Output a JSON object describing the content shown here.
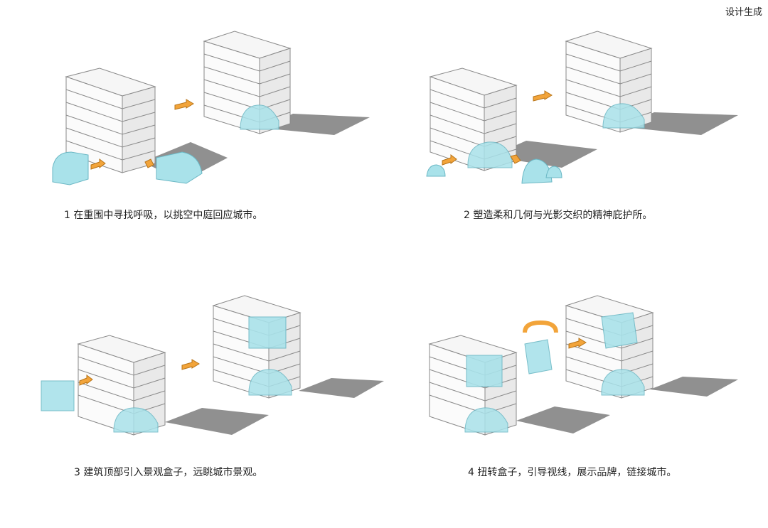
{
  "header": {
    "title": "设计生成"
  },
  "steps": [
    {
      "caption": "1 在重围中寻找呼吸，以挑空中庭回应城市。"
    },
    {
      "caption": "2 塑造柔和几何与光影交织的精神庇护所。"
    },
    {
      "caption": "3  建筑顶部引入景观盒子，远眺城市景观。"
    },
    {
      "caption": "4  扭转盒子，引导视线，展示品牌，链接城市。"
    }
  ],
  "colors": {
    "building_top": "#f6f6f6",
    "building_front": "#fbfbfb",
    "building_side": "#e9e9e9",
    "line": "#8a8a8a",
    "shadow": "#8e8e8e",
    "glass": "#a9e2ea",
    "glass_stroke": "#6ab7c4",
    "arrow": "#f2a43a"
  }
}
